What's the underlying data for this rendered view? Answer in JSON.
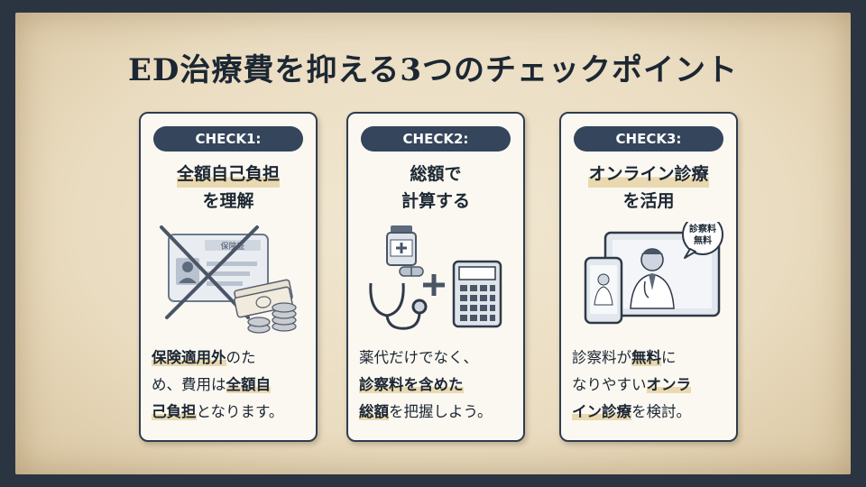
{
  "title": "ED治療費を抑える3つのチェックポイント",
  "cards": [
    {
      "check": "CHECK1:",
      "heading": [
        "全額自己負担",
        "を理解"
      ],
      "illustration_label": "保険証",
      "body": [
        {
          "t": "保険適用外",
          "b": true
        },
        {
          "t": "のた",
          "b": false
        },
        {
          "t": "め、費用は",
          "b": false
        },
        {
          "t": "全額自",
          "b": true
        },
        {
          "t": "己負担",
          "b": true
        },
        {
          "t": "となります。",
          "b": false
        }
      ]
    },
    {
      "check": "CHECK2:",
      "heading": [
        "総額で",
        "計算する"
      ],
      "body": [
        {
          "t": "薬代だけでなく、",
          "b": false
        },
        {
          "t": "診察料を含めた",
          "b": true
        },
        {
          "t": "総額",
          "b": true
        },
        {
          "t": "を把握しよう。",
          "b": false
        }
      ]
    },
    {
      "check": "CHECK3:",
      "heading": [
        "オンライン診療",
        "を活用"
      ],
      "bubble": [
        "診察料",
        "無料"
      ],
      "body": [
        {
          "t": "診察料が",
          "b": false
        },
        {
          "t": "無料",
          "b": true
        },
        {
          "t": "に",
          "b": false
        },
        {
          "t": "なりやすい",
          "b": false
        },
        {
          "t": "オンラ",
          "b": true
        },
        {
          "t": "イン診療",
          "b": true
        },
        {
          "t": "を検討。",
          "b": false
        }
      ]
    }
  ]
}
